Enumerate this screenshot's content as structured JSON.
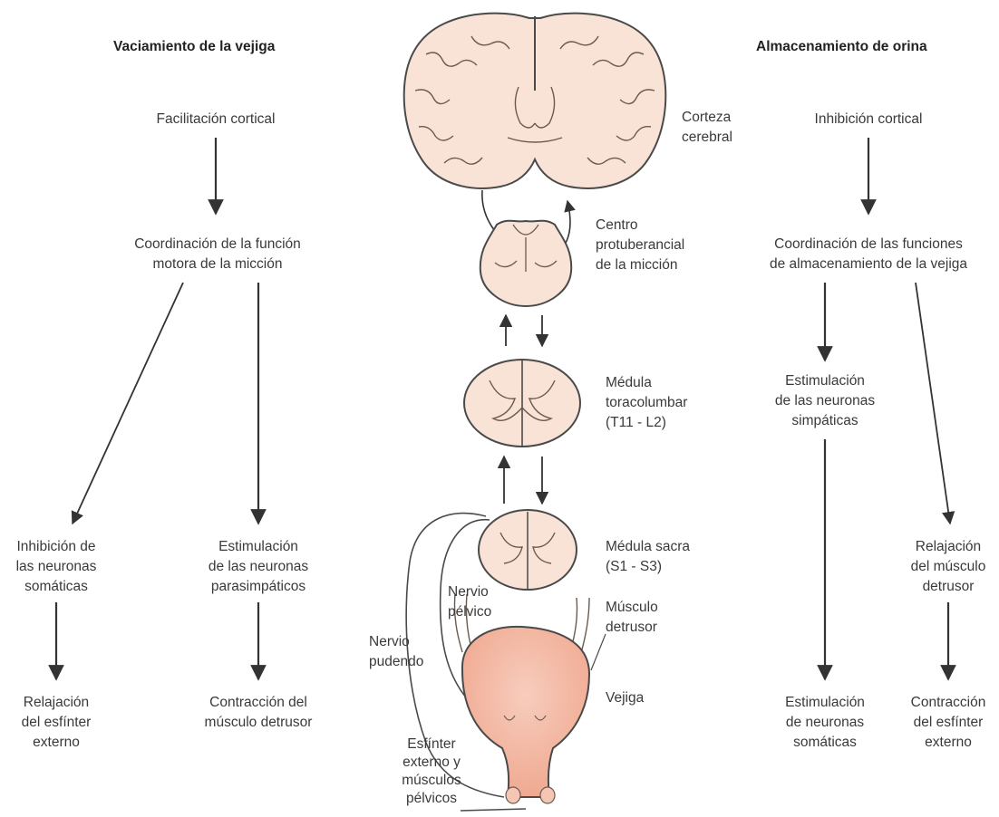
{
  "left": {
    "header": "Vaciamiento de la vejiga",
    "n1": "Facilitación cortical",
    "n2": "Coordinación de la función\nmotora de la micción",
    "n3a": "Inhibición de\nlas neuronas\nsomáticas",
    "n3b": "Estimulación\nde las neuronas\nparasimpáticos",
    "n4a": "Relajación\ndel esfínter\nexterno",
    "n4b": "Contracción del\nmúsculo detrusor"
  },
  "right": {
    "header": "Almacenamiento de orina",
    "n1": "Inhibición cortical",
    "n2": "Coordinación de las funciones\nde almacenamiento de la vejiga",
    "n3a": "Estimulación\nde las neuronas\nsimpáticas",
    "n3b": "Relajación\ndel músculo\ndetrusor",
    "n4a": "Estimulación\nde neuronas\nsomáticas",
    "n4b": "Contracción\ndel esfínter\nexterno"
  },
  "center": {
    "corteza": "Corteza\ncerebral",
    "protuberancial": "Centro\nprotuberancial\nde la micción",
    "toracolumbar": "Médula\ntoracolumbar\n(T11 - L2)",
    "sacra": "Médula sacra\n(S1 - S3)",
    "nervio_pelvico": "Nervio\npélvico",
    "musculo_detrusor": "Músculo\ndetrusor",
    "nervio_pudendo": "Nervio\npudendo",
    "vejiga": "Vejiga",
    "esfinter": "Esfínter\nexterno y\nmúsculos\npélvicos"
  },
  "colors": {
    "tissue_fill": "#f9e3d6",
    "bladder_fill": "#f3b8a4",
    "outline": "#4a4a4a",
    "arrow": "#333333"
  }
}
